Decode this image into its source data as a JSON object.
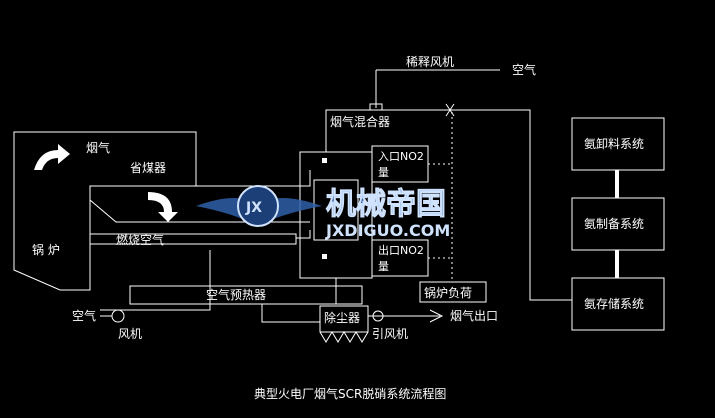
{
  "labels": {
    "dilution_fan": "稀释风机",
    "air_top": "空气",
    "flue_gas_mixer": "烟气混合器",
    "flue_gas": "烟气",
    "economizer": "省煤器",
    "boiler": "锅 炉",
    "combustion_air": "燃烧空气",
    "air_preheater": "空气预热器",
    "air_left": "空气",
    "fan": "风机",
    "dust_collector": "除尘器",
    "id_fan": "引风机",
    "flue_gas_outlet": "烟气出口",
    "boiler_load": "锅炉负荷",
    "inlet_no2_line1": "入口NO2",
    "inlet_no2_line2": "量",
    "outlet_no2_line1": "出口NO2",
    "outlet_no2_line2": "量",
    "ammonia_unloading": "氨卸料系统",
    "ammonia_preparation": "氨制备系统",
    "ammonia_storage": "氨存储系统",
    "caption": "典型火电厂烟气SCR脱硝系统流程图"
  },
  "watermark": {
    "cn": "机械帝国",
    "en": "JXDIGUO.COM",
    "badge": "JX"
  },
  "colors": {
    "background": "#000000",
    "line": "#ffffff",
    "watermark_blue": "#2f5fa8",
    "watermark_light": "#cfe3ff"
  }
}
